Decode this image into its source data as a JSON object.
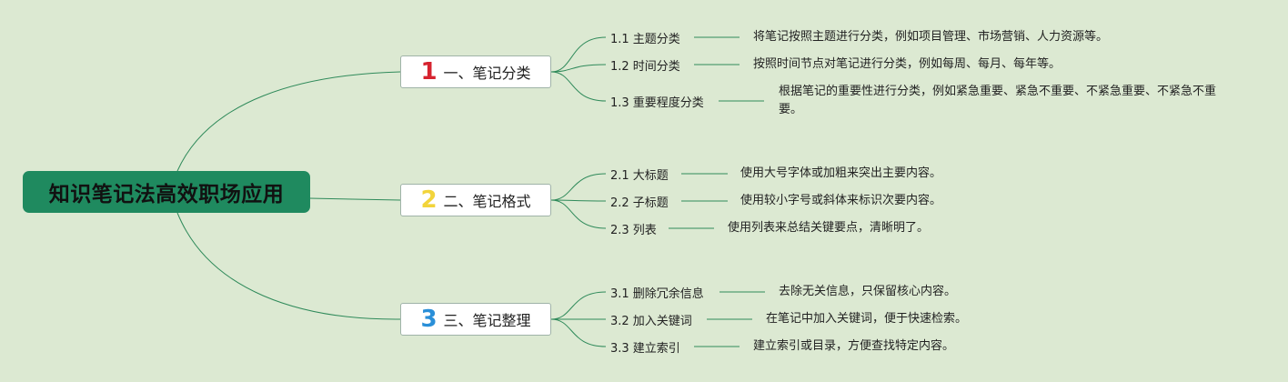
{
  "root": {
    "label": "知识笔记法高效职场应用"
  },
  "branches": [
    {
      "number": "1",
      "label": "一、笔记分类",
      "color": "#d6232f",
      "items": [
        {
          "label": "1.1 主题分类",
          "desc": "将笔记按照主题进行分类，例如项目管理、市场营销、人力资源等。"
        },
        {
          "label": "1.2 时间分类",
          "desc": "按照时间节点对笔记进行分类，例如每周、每月、每年等。"
        },
        {
          "label": "1.3 重要程度分类",
          "desc": "根据笔记的重要性进行分类，例如紧急重要、紧急不重要、不紧急重要、不紧急不重要。"
        }
      ]
    },
    {
      "number": "2",
      "label": "二、笔记格式",
      "color": "#f2d43b",
      "items": [
        {
          "label": "2.1 大标题",
          "desc": "使用大号字体或加粗来突出主要内容。"
        },
        {
          "label": "2.2 子标题",
          "desc": "使用较小字号或斜体来标识次要内容。"
        },
        {
          "label": "2.3 列表",
          "desc": "使用列表来总结关键要点，清晰明了。"
        }
      ]
    },
    {
      "number": "3",
      "label": "三、笔记整理",
      "color": "#2a8fd8",
      "items": [
        {
          "label": "3.1 删除冗余信息",
          "desc": "去除无关信息，只保留核心内容。"
        },
        {
          "label": "3.2 加入关键词",
          "desc": "在笔记中加入关键词，便于快速检索。"
        },
        {
          "label": "3.3 建立索引",
          "desc": "建立索引或目录，方便查找特定内容。"
        }
      ]
    }
  ]
}
